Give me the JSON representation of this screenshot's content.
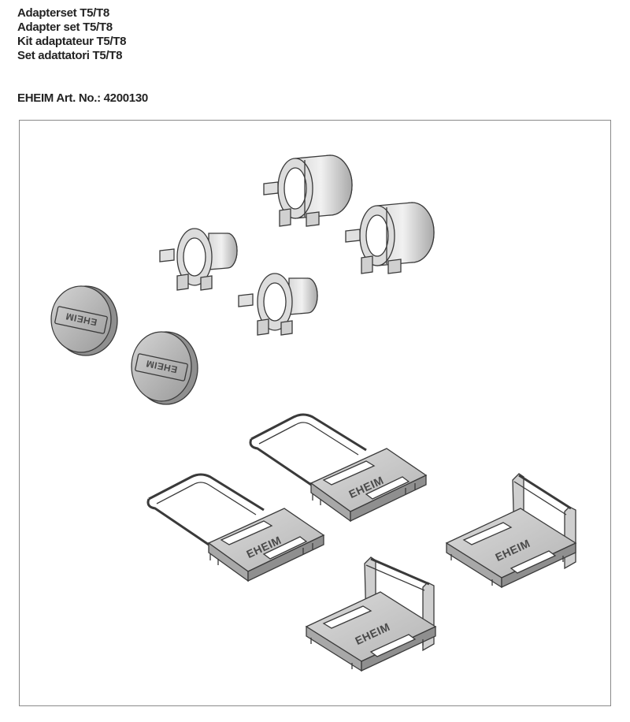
{
  "header": {
    "titles": [
      "Adapterset T5/T8",
      "Adapter set T5/T8",
      "Kit adaptateur T5/T8",
      "Set adattatori T5/T8"
    ],
    "article_number": "EHEIM Art. No.: 4200130"
  },
  "illustration": {
    "brand_marking": "EHEIM",
    "line_color": "#3a3a3a",
    "fill_light": "#e8e8e8",
    "fill_mid": "#c9c9c9",
    "fill_dark": "#9c9c9c",
    "frame_color": "#8a8a8a"
  }
}
